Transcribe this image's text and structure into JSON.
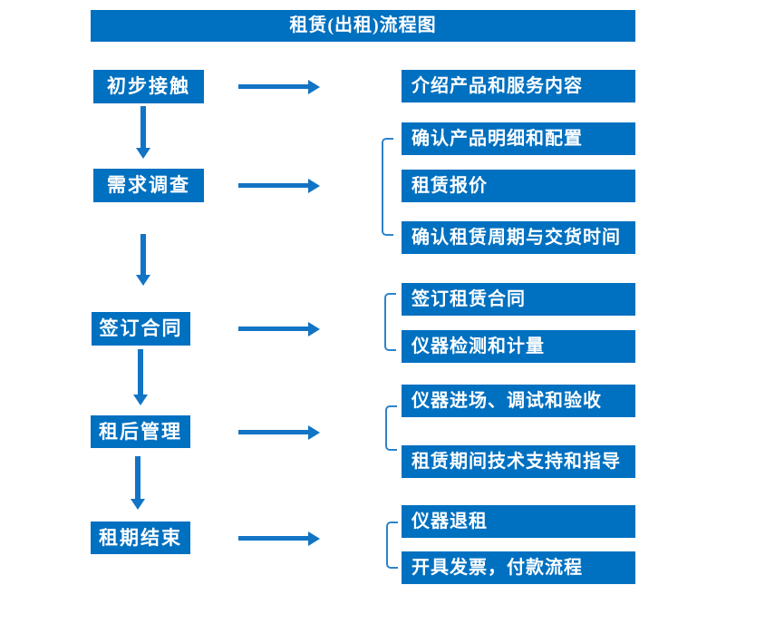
{
  "title": "租赁(出租)流程图",
  "colors": {
    "primary_blue": "#0070C0",
    "arrow_blue": "#1274C4",
    "bracket_blue": "#2E83C9",
    "text_white": "#FFFFFF"
  },
  "stages": [
    {
      "label": "初步接触",
      "outputs": [
        "介绍产品和服务内容"
      ]
    },
    {
      "label": "需求调查",
      "outputs": [
        "确认产品明细和配置",
        "租赁报价",
        "确认租赁周期与交货时间"
      ]
    },
    {
      "label": "签订合同",
      "outputs": [
        "签订租赁合同",
        "仪器检测和计量"
      ]
    },
    {
      "label": "租后管理",
      "outputs": [
        "仪器进场、调试和验收",
        "租赁期间技术支持和指导"
      ]
    },
    {
      "label": "租期结束",
      "outputs": [
        "仪器退租",
        "开具发票，付款流程"
      ]
    }
  ]
}
